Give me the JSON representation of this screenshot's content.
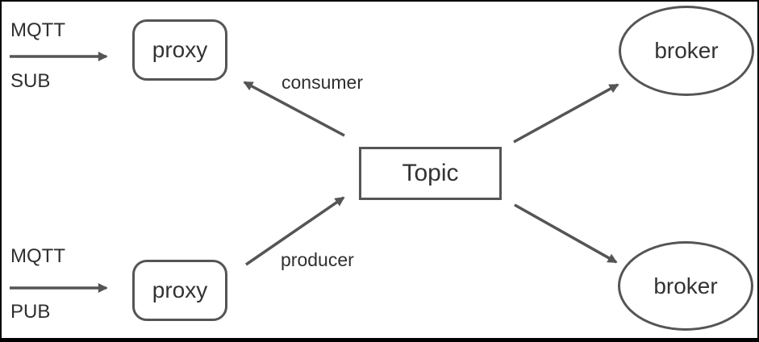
{
  "diagram": {
    "title": "MQTT proxy / Topic / broker architecture diagram",
    "nodes": {
      "proxy_sub": {
        "label": "proxy",
        "shape": "rounded-rect"
      },
      "proxy_pub": {
        "label": "proxy",
        "shape": "rounded-rect"
      },
      "topic": {
        "label": "Topic",
        "shape": "rect"
      },
      "broker_top": {
        "label": "broker",
        "shape": "ellipse"
      },
      "broker_bottom": {
        "label": "broker",
        "shape": "ellipse"
      }
    },
    "labels": {
      "mqtt_sub": "MQTT",
      "sub": "SUB",
      "mqtt_pub": "MQTT",
      "pub": "PUB",
      "consumer": "consumer",
      "producer": "producer"
    },
    "edges": [
      {
        "name": "mqtt-sub-arrow",
        "from": "MQTT SUB client",
        "to": "proxy_sub",
        "direction": "right"
      },
      {
        "name": "mqtt-pub-arrow",
        "from": "MQTT PUB client",
        "to": "proxy_pub",
        "direction": "right"
      },
      {
        "name": "consumer-arrow",
        "from": "topic",
        "to": "proxy_sub",
        "label": "consumer"
      },
      {
        "name": "producer-arrow",
        "from": "proxy_pub",
        "to": "topic",
        "label": "producer"
      },
      {
        "name": "topic-broker-top-arrow",
        "from": "topic",
        "to": "broker_top"
      },
      {
        "name": "topic-broker-bottom-arrow",
        "from": "topic",
        "to": "broker_bottom"
      }
    ],
    "colors": {
      "stroke": "#555555",
      "text": "#2f2f2f",
      "node_text": "#333333",
      "background": "#ffffff",
      "frame": "#000000"
    }
  }
}
